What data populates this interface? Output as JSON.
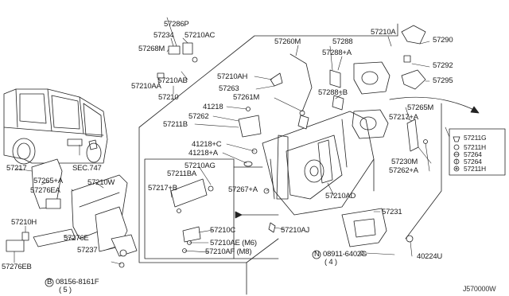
{
  "diagram": {
    "code": "J570000W",
    "labels": {
      "p57286P": "57286P",
      "p57234": "57234",
      "p57210AC": "57210AC",
      "p57268M": "57268M",
      "p57210AA": "57210AA",
      "p57210AB": "57210AB",
      "p57210": "57210",
      "p57260M": "57260M",
      "p57288": "57288",
      "p57210A": "57210A",
      "p57290": "57290",
      "p57288A": "57288+A",
      "p57292": "57292",
      "p57210AH": "57210AH",
      "p57263": "57263",
      "p57295": "57295",
      "p57261M": "57261M",
      "p57288B": "57288+B",
      "p41218": "41218",
      "p57265M": "57265M",
      "p57262": "57262",
      "p57217A": "57217+A",
      "p57211B": "57211B",
      "p41218C": "41218+C",
      "p41218A": "41218+A",
      "p57230M": "57230M",
      "p57262A": "57262+A",
      "p57210AG": "57210AG",
      "p57211BA": "57211BA",
      "p57217B": "57217+B",
      "p57267A": "57267+A",
      "p57210AD": "57210AD",
      "p57217": "57217",
      "pSEC747": "SEC.747",
      "p57265A": "57265+A",
      "p57276EA": "57276EA",
      "p57210W": "57210W",
      "p57210H": "57210H",
      "p57276E": "57276E",
      "p57237": "57237",
      "p57276EB": "57276EB",
      "pB08156": "08156-8161F",
      "pB08156qty": "( 5 )",
      "p57210C": "57210C",
      "p57210AE": "57210AE (M6)",
      "p57210AF": "57210AF (M8)",
      "p57210AJ": "57210AJ",
      "p57231": "57231",
      "pN08911": "08911-6402G",
      "pN08911qty": "( 4 )",
      "p40224U": "40224U",
      "p57211G": "57211G",
      "p57211H": "57211H",
      "p57264": "57264",
      "p57264b": "57264",
      "p57211Hb": "57211H"
    },
    "markers": {
      "B": "B",
      "N": "N"
    }
  }
}
